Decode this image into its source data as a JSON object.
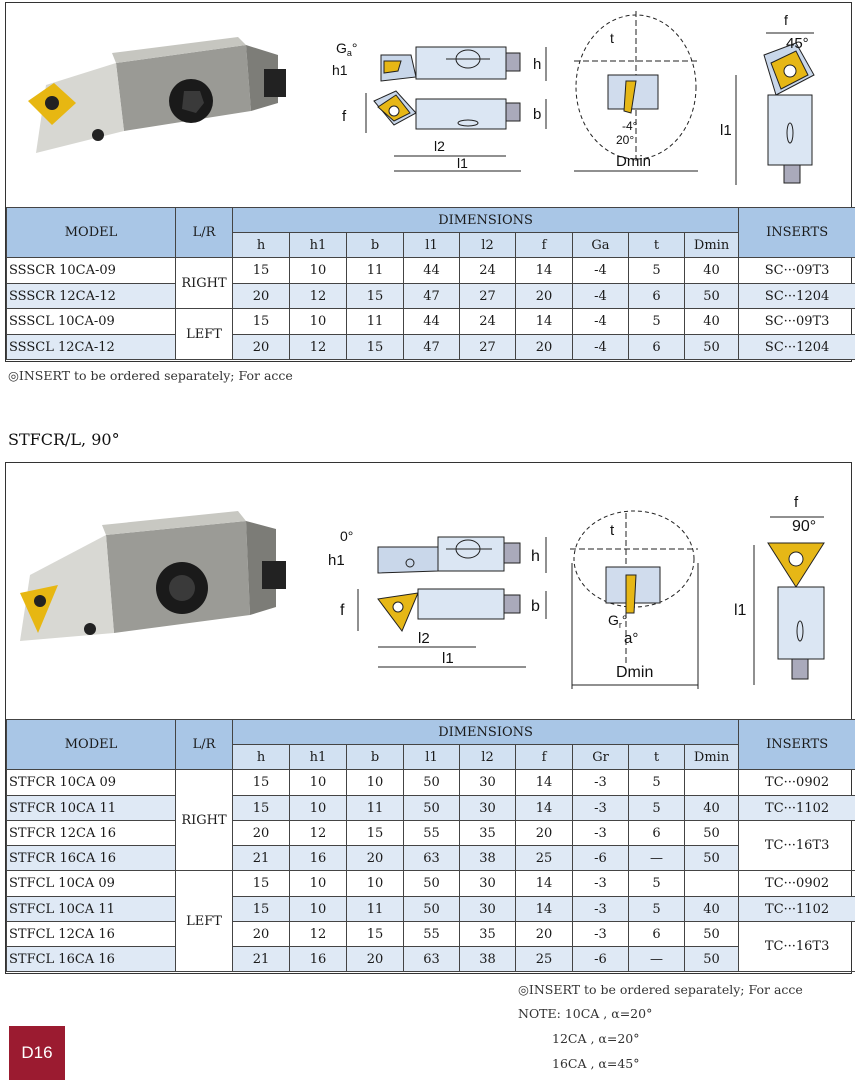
{
  "section1": {
    "header_main": [
      "MODEL",
      "L/R",
      "DIMENSIONS",
      "INSERTS"
    ],
    "header_sub": [
      "h",
      "h1",
      "b",
      "l1",
      "l2",
      "f",
      "Ga",
      "t",
      "Dmin"
    ],
    "rows": [
      {
        "model": "SSSCR 10CA-09",
        "lr": "RIGHT",
        "vals": [
          "15",
          "10",
          "11",
          "44",
          "24",
          "14",
          "-4",
          "5",
          "40"
        ],
        "insert": "SC···09T3"
      },
      {
        "model": "SSSCR 12CA-12",
        "lr": "",
        "vals": [
          "20",
          "12",
          "15",
          "47",
          "27",
          "20",
          "-4",
          "6",
          "50"
        ],
        "insert": "SC···1204"
      },
      {
        "model": "SSSCL 10CA-09",
        "lr": "LEFT",
        "vals": [
          "15",
          "10",
          "11",
          "44",
          "24",
          "14",
          "-4",
          "5",
          "40"
        ],
        "insert": "SC···09T3"
      },
      {
        "model": "SSSCL 12CA-12",
        "lr": "",
        "vals": [
          "20",
          "12",
          "15",
          "47",
          "27",
          "20",
          "-4",
          "6",
          "50"
        ],
        "insert": "SC···1204"
      }
    ],
    "note": "◎INSERT to be ordered separately; For acce",
    "diagram": {
      "ga": "G",
      "ga_sub": "a",
      "deg": "°",
      "h1": "h1",
      "h": "h",
      "f": "f",
      "b": "b",
      "l2": "l2",
      "l1": "l1",
      "t": "t",
      "m4": "-4°",
      "d20": "20°",
      "dmin": "Dmin",
      "f2": "f",
      "d45": "45°",
      "l1b": "l1"
    }
  },
  "section2": {
    "title": "STFCR/L, 90°",
    "header_main": [
      "MODEL",
      "L/R",
      "DIMENSIONS",
      "INSERTS"
    ],
    "header_sub": [
      "h",
      "h1",
      "b",
      "l1",
      "l2",
      "f",
      "Gr",
      "t",
      "Dmin"
    ],
    "rows": [
      {
        "model": "STFCR 10CA 09",
        "lr": "RIGHT",
        "vals": [
          "15",
          "10",
          "10",
          "50",
          "30",
          "14",
          "-3",
          "5",
          ""
        ],
        "insert": "TC···0902"
      },
      {
        "model": "STFCR 10CA 11",
        "lr": "",
        "vals": [
          "15",
          "10",
          "11",
          "50",
          "30",
          "14",
          "-3",
          "5",
          "40"
        ],
        "insert": "TC···1102"
      },
      {
        "model": "STFCR 12CA 16",
        "lr": "",
        "vals": [
          "20",
          "12",
          "15",
          "55",
          "35",
          "20",
          "-3",
          "6",
          "50"
        ],
        "insert": "TC···16T3"
      },
      {
        "model": "STFCR 16CA 16",
        "lr": "",
        "vals": [
          "21",
          "16",
          "20",
          "63",
          "38",
          "25",
          "-6",
          "—",
          "50"
        ],
        "insert": ""
      },
      {
        "model": "STFCL 10CA 09",
        "lr": "LEFT",
        "vals": [
          "15",
          "10",
          "10",
          "50",
          "30",
          "14",
          "-3",
          "5",
          ""
        ],
        "insert": "TC···0902"
      },
      {
        "model": "STFCL 10CA 11",
        "lr": "",
        "vals": [
          "15",
          "10",
          "11",
          "50",
          "30",
          "14",
          "-3",
          "5",
          "40"
        ],
        "insert": "TC···1102"
      },
      {
        "model": "STFCL 12CA 16",
        "lr": "",
        "vals": [
          "20",
          "12",
          "15",
          "55",
          "35",
          "20",
          "-3",
          "6",
          "50"
        ],
        "insert": "TC···16T3"
      },
      {
        "model": "STFCL 16CA 16",
        "lr": "",
        "vals": [
          "21",
          "16",
          "20",
          "63",
          "38",
          "25",
          "-6",
          "—",
          "50"
        ],
        "insert": ""
      }
    ],
    "note": "◎INSERT to be ordered separately; For acce",
    "note2": [
      "NOTE: 10CA , α=20°",
      "12CA , α=20°",
      "16CA , α=45°"
    ],
    "diagram": {
      "zero": "0°",
      "h1": "h1",
      "h": "h",
      "f": "f",
      "b": "b",
      "l2": "l2",
      "l1": "l1",
      "t": "t",
      "gr": "G",
      "gr_sub": "r",
      "deg": "°",
      "a": "a°",
      "dmin": "Dmin",
      "f2": "f",
      "d90": "90°",
      "l1b": "l1"
    }
  },
  "page_label": "D16"
}
